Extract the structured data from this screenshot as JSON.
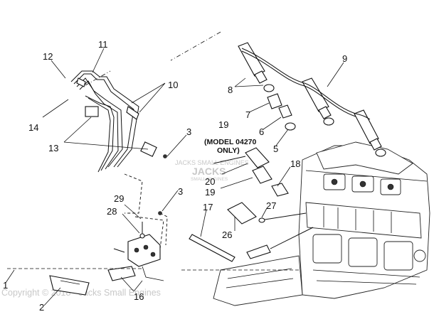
{
  "diagram": {
    "callouts": [
      "1",
      "2",
      "3",
      "3",
      "5",
      "6",
      "7",
      "8",
      "9",
      "10",
      "11",
      "12",
      "13",
      "14",
      "16",
      "17",
      "18",
      "19",
      "19",
      "20",
      "26",
      "27",
      "28",
      "29"
    ],
    "model_note_line1": "(MODEL 04270",
    "model_note_line2": "ONLY)",
    "watermark_copyright": "Copyright © 2018 - Jacks Small Engines",
    "watermark_logo_top": "JACKS SMALL ENGINES",
    "watermark_logo_mid": "JACKS",
    "watermark_logo_bottom": "SMALL ENGINES"
  }
}
